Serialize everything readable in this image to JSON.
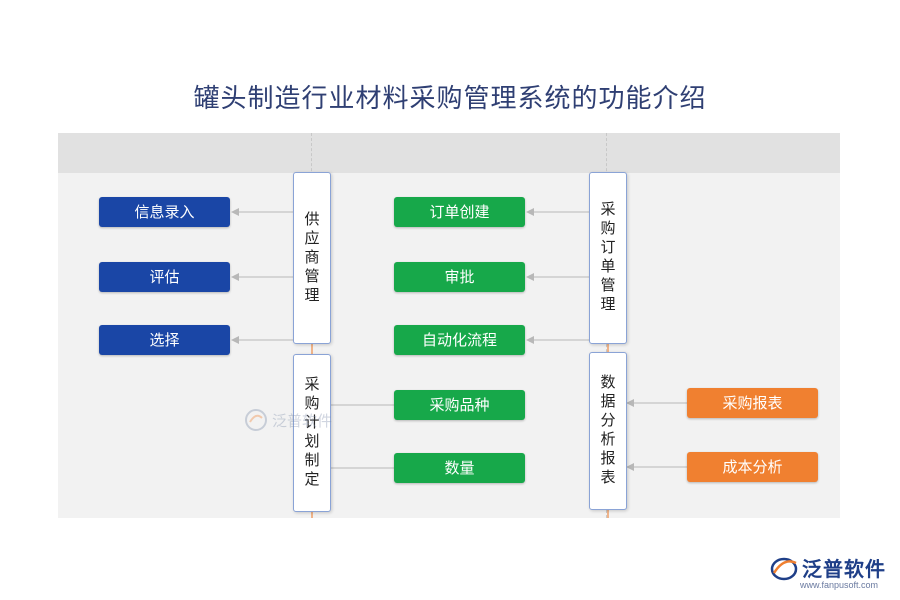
{
  "title": "罐头制造行业材料采购管理系统的功能介绍",
  "columns": {
    "supplier": {
      "label": "供应商管理",
      "items": [
        "信息录入",
        "评估",
        "选择"
      ]
    },
    "plan": {
      "label": "采购计划制定",
      "items": [
        "采购品种",
        "数量"
      ]
    },
    "order": {
      "label": "采购订单管理",
      "items": [
        "订单创建",
        "审批",
        "自动化流程"
      ]
    },
    "report": {
      "label": "数据分析报表",
      "items": [
        "采购报表",
        "成本分析"
      ]
    }
  },
  "watermark": "泛普软件",
  "logo": {
    "text": "泛普软件",
    "url": "www.fanpusoft.com"
  },
  "colors": {
    "title": "#2f3f73",
    "blue": "#1a46a6",
    "green": "#17a84a",
    "orange": "#f08030",
    "arrow": "#b8b8b8",
    "trunk": "#f0b48a"
  }
}
